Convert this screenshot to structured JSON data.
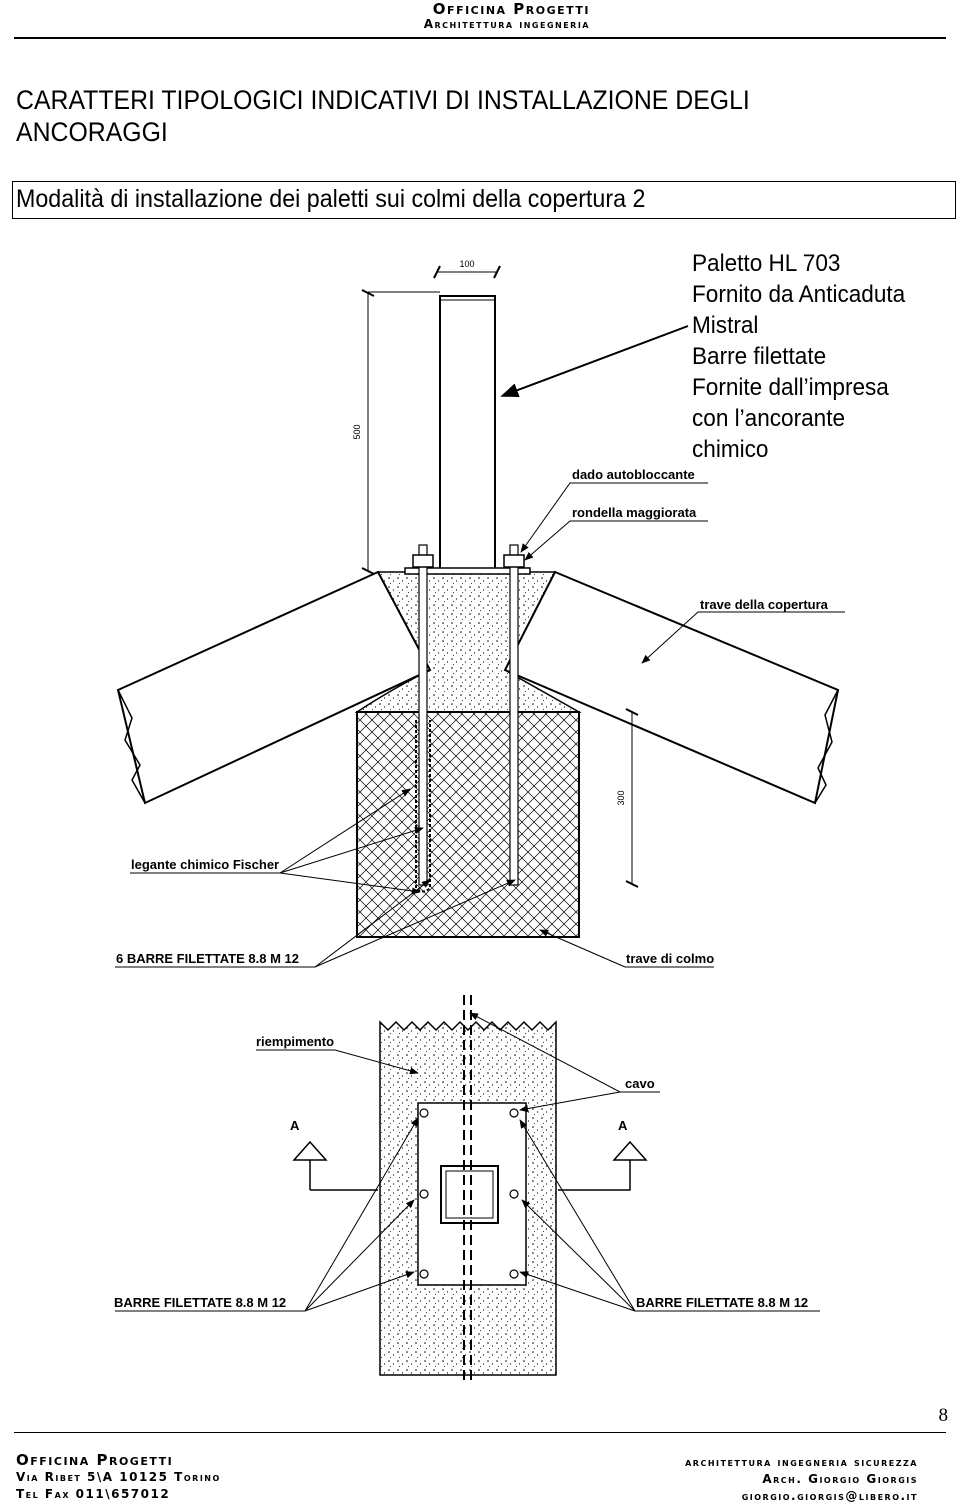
{
  "header": {
    "firm": "Officina Progetti",
    "subtitle": "Architettura ingegneria"
  },
  "title": "CARATTERI TIPOLOGICI INDICATIVI DI INSTALLAZIONE DEGLI ANCORAGGI",
  "subtitle": "Modalità di installazione dei paletti sui colmi della copertura 2",
  "notes": [
    "Paletto HL 703",
    "Fornito da Anticaduta",
    "Mistral",
    "Barre filettate",
    "Fornite dall’impresa",
    "con l’ancorante",
    "chimico"
  ],
  "drawing": {
    "dim_width": "100",
    "dim_height": "500",
    "dim_depth": "300",
    "labels": {
      "nut": "dado autobloccante",
      "washer": "rondella maggiorata",
      "roof_beam": "trave della copertura",
      "chemical_binder": "legante chimico Fischer",
      "rods_section": "6 BARRE FILETTATE 8.8 M 12",
      "ridge_beam": "trave di colmo",
      "filling": "riempimento",
      "hollow": "cavo",
      "section_left": "A",
      "section_right": "A",
      "rods_left": "BARRE FILETTATE 8.8 M 12",
      "rods_right": "BARRE FILETTATE 8.8 M 12"
    }
  },
  "page_number": "8",
  "footer": {
    "left": [
      "Officina Progetti",
      "Via Ribet 5\\A 10125 Torino",
      "Tel Fax 011\\657012"
    ],
    "right": [
      "architettura ingegneria sicurezza",
      "Arch. Giorgio Giorgis",
      "giorgio.giorgis@libero.it"
    ]
  }
}
